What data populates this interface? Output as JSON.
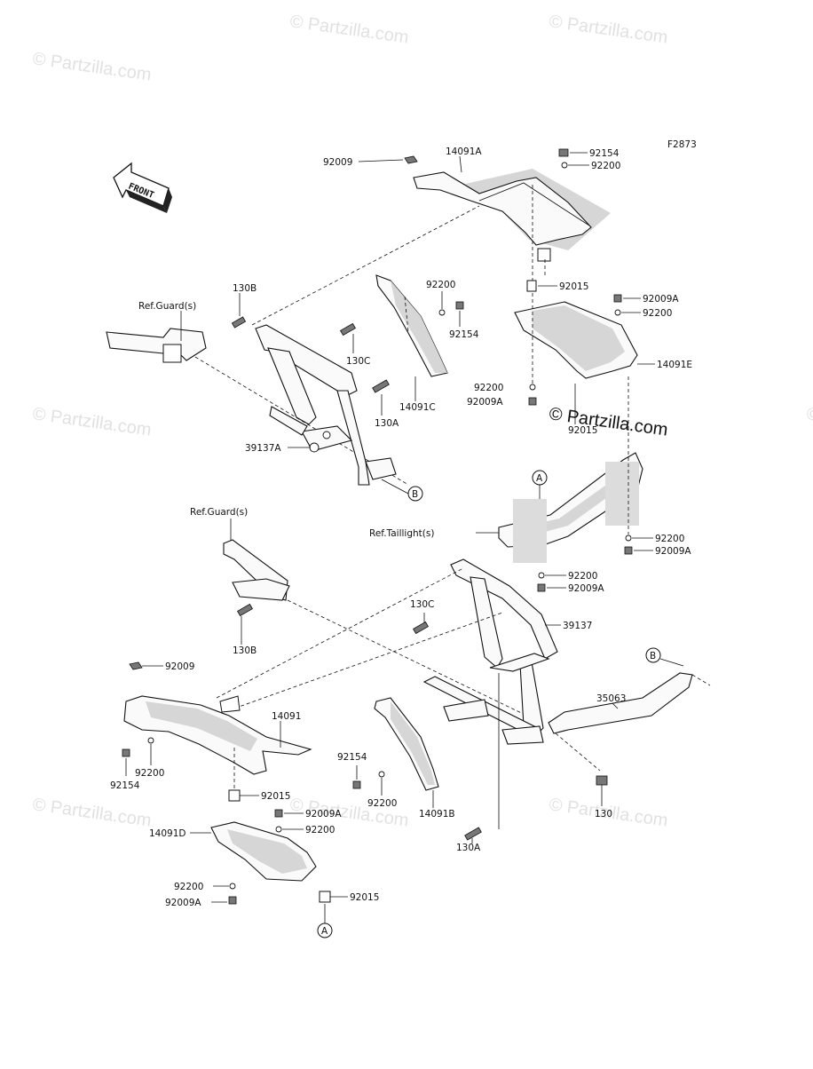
{
  "figure_code": "F2873",
  "front_label": "FRONT",
  "watermark": "© Partzilla.com",
  "labels": {
    "p92009_top": "92009",
    "p14091A": "14091A",
    "p92154_top": "92154",
    "p92200_top": "92200",
    "p130B_top": "130B",
    "ref_guard_top": "Ref.Guard(s)",
    "p92200_mid": "92200",
    "p92154_mid": "92154",
    "p92015_top": "92015",
    "p92009A_r1": "92009A",
    "p92200_r1": "92200",
    "p130C_top": "130C",
    "p14091E": "14091E",
    "p130A_top": "130A",
    "p14091C": "14091C",
    "p92200_r2": "92200",
    "p92009A_r2": "92009A",
    "p92015_r": "92015",
    "p39137A": "39137A",
    "circA_top": "A",
    "circB_top": "B",
    "ref_guard_mid": "Ref.Guard(s)",
    "ref_taillight": "Ref.Taillight(s)",
    "p92200_r3": "92200",
    "p92009A_r3": "92009A",
    "p92200_r4": "92200",
    "p92009A_r4": "92009A",
    "p130C_low": "130C",
    "p39137": "39137",
    "p130B_low": "130B",
    "p92009_low": "92009",
    "circB_low": "B",
    "p14091": "14091",
    "p35063": "35063",
    "p92154_low": "92154",
    "p92200_low": "92200",
    "p92154_c": "92154",
    "p92200_c": "92200",
    "p14091B": "14091B",
    "p130": "130",
    "p92015_low": "92015",
    "p92009A_low": "92009A",
    "p14091D": "14091D",
    "p92200_low2": "92200",
    "p92200_low3": "92200",
    "p92009A_low2": "92009A",
    "p92015_low2": "92015",
    "p130A_low": "130A",
    "circA_low": "A"
  }
}
